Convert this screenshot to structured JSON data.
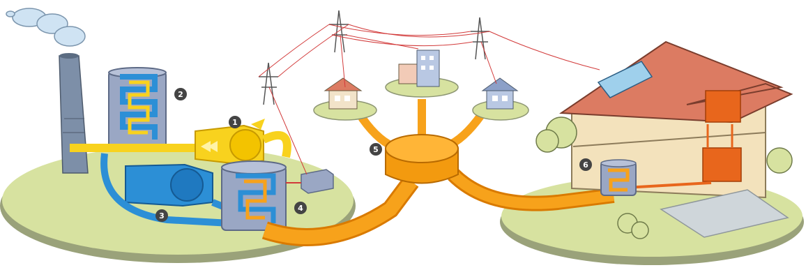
{
  "diagram": {
    "markers": [
      {
        "id": "marker-1",
        "label": "1"
      },
      {
        "id": "marker-2",
        "label": "2"
      },
      {
        "id": "marker-3",
        "label": "3"
      },
      {
        "id": "marker-4",
        "label": "4"
      },
      {
        "id": "marker-5",
        "label": "5"
      },
      {
        "id": "marker-6",
        "label": "6"
      }
    ]
  },
  "colors": {
    "ground": "#d7e2a0",
    "ground_edge": "#9aa27a",
    "hot_pipe": "#f7a21b",
    "hot_pipe_dark": "#d97a00",
    "steam": "#f8d21e",
    "cold_pipe": "#2c8fd6",
    "tank": "#9aa7c4",
    "wire": "#d23a3a",
    "roof": "#dc7b62",
    "wall": "#f3e2bc",
    "radiator": "#e8661c",
    "chimney": "#7d8fa8",
    "smoke": "#cfe3f3",
    "badge": "#444444"
  },
  "icons": [
    "smoke-cloud-icon",
    "chimney-icon",
    "steam-turbine-icon",
    "generator-icon",
    "heat-exchanger-icon",
    "distribution-hub-icon",
    "pylon-icon",
    "house-icon",
    "apartment-icon",
    "radiator-icon",
    "solar-panel-icon",
    "tree-icon"
  ]
}
